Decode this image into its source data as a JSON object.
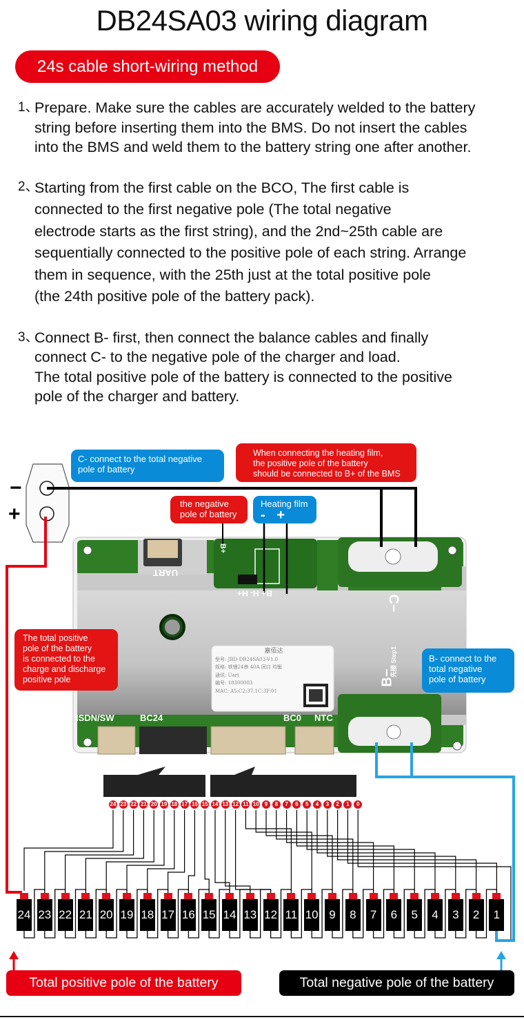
{
  "title": "DB24SA03 wiring diagram",
  "section_label": "24s cable short-wiring method",
  "steps": [
    {
      "number": "1、",
      "lines": [
        "Prepare. Make sure the cables are accurately welded to the battery",
        "string before inserting them into the BMS. Do not insert the cables",
        "into the BMS and weld them to the battery string one after another."
      ]
    },
    {
      "number": "2、",
      "lines": [
        "Starting from the first  cable on the BCO, The first cable is",
        "connected to the first negative pole (The total negative",
        "electrode starts as the first string), and the 2nd~25th cable are",
        "sequentially connected to the positive pole of each string. Arrange",
        "them in sequence, with the 25th just at the total positive pole",
        "(the 24th positive pole of the battery pack)."
      ]
    },
    {
      "number": "3、",
      "lines": [
        "Connect B- first, then connect the balance cables and finally",
        "connect C- to the negative pole of the charger and load.",
        "The total positive pole of the battery is connected to the positive",
        "pole of the charger and battery."
      ]
    }
  ],
  "callouts": {
    "c_minus": [
      "C- connect to the total negative",
      "pole of battery"
    ],
    "heating_warning": [
      "When connecting the heating film,",
      "the positive pole of the battery",
      "should be connected to B+ of the BMS"
    ],
    "negative_pole": [
      "the negative",
      "pole of battery"
    ],
    "heating_film": {
      "title": "Heating film",
      "minus": "-",
      "plus": "+"
    },
    "total_positive": [
      "The total positive",
      "pole of the battery",
      "is connected to the",
      "charge and discharge",
      "positive pole"
    ],
    "b_minus": [
      "B- connect to the",
      "total negative",
      "pole of battery"
    ]
  },
  "connector": {
    "minus": "−",
    "plus": "+"
  },
  "board": {
    "labels": {
      "uart": "UART",
      "b_plus_top": "B+",
      "pads": "B+ H- H+",
      "c_minus": "C−",
      "b_minus": "B−",
      "step1": "先接 Step1",
      "isdn": "ISDN/SW",
      "bc24": "BC24",
      "bc0": "BC0",
      "ntc": "NTC"
    },
    "sticker": {
      "brand": "嘉佰达",
      "rows": [
        {
          "key": "型号:",
          "value": "JBD-DB24SA03-V1.0"
        },
        {
          "key": "规格:",
          "value": "铁锂24串 40A 同口 均衡"
        },
        {
          "key": "通讯:",
          "value": "Uart"
        },
        {
          "key": "编号:",
          "value": "18300003"
        },
        {
          "key": "MAC:",
          "value": "A5:C2:37:1C:3F:01"
        }
      ]
    }
  },
  "pins": [
    "24",
    "23",
    "22",
    "21",
    "20",
    "19",
    "18",
    "17",
    "16",
    "15",
    "14",
    "13",
    "12",
    "11",
    "10",
    "9",
    "8",
    "7",
    "6",
    "5",
    "4",
    "3",
    "2",
    "1",
    "0"
  ],
  "cells": [
    "24",
    "23",
    "22",
    "21",
    "20",
    "19",
    "18",
    "17",
    "16",
    "15",
    "14",
    "13",
    "12",
    "11",
    "10",
    "9",
    "8",
    "7",
    "6",
    "5",
    "4",
    "3",
    "2",
    "1"
  ],
  "bottom_labels": {
    "positive": "Total positive pole of the battery",
    "negative": "Total negative pole of the battery"
  },
  "colors": {
    "red": "#e60012",
    "blue": "#0a8bd8",
    "wire_blue": "#29a3e6",
    "black": "#000000"
  }
}
